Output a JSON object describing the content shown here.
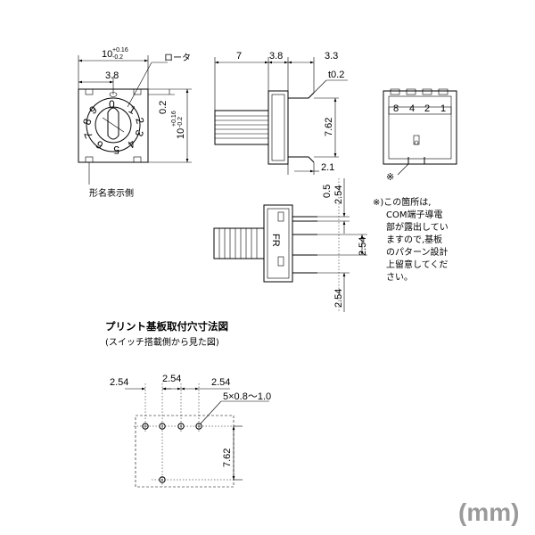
{
  "top_view": {
    "width_nominal": "10",
    "width_tol_upper": "+0.16",
    "width_tol_lower": "-0.2",
    "rotor_offset": "3.8",
    "rotor_label": "ロータ",
    "right_offset": "0.2",
    "height_nominal": "10",
    "height_tol_upper": "+0.16",
    "height_tol_lower": "-0.2",
    "dial_digits": [
      "0",
      "1",
      "2",
      "3",
      "4",
      "5",
      "6",
      "7",
      "8",
      "9"
    ],
    "caption": "形名表示側"
  },
  "side_view": {
    "shaft_length": "7",
    "body_depth": "3.8",
    "pin_length": "3.3",
    "terminal_thickness": "t0.2",
    "height": "7.62",
    "foot_width": "2.1"
  },
  "rear_view": {
    "pin_labels": [
      "8",
      "4",
      "2",
      "1"
    ],
    "note_mark": "※"
  },
  "front_view": {
    "pitch_top": "2.54",
    "offset": "0.5",
    "pitch_right": "2.54",
    "pitch_bottom": "2.54",
    "marking": "FR"
  },
  "note": {
    "lines": [
      "※)この箇所は,",
      "COM端子導電",
      "部が露出してい",
      "ますので,基板",
      "のパターン設計",
      "上留意してくだ",
      "さい。"
    ]
  },
  "pcb_layout": {
    "title": "プリント基板取付穴寸法図",
    "subtitle": "(スイッチ搭載側から見た図)",
    "pitch_1": "2.54",
    "pitch_2": "2.54",
    "pitch_3": "2.54",
    "hole_spec": "5×0.8〜1.0",
    "row_spacing": "7.62"
  },
  "unit_label": "(mm)"
}
